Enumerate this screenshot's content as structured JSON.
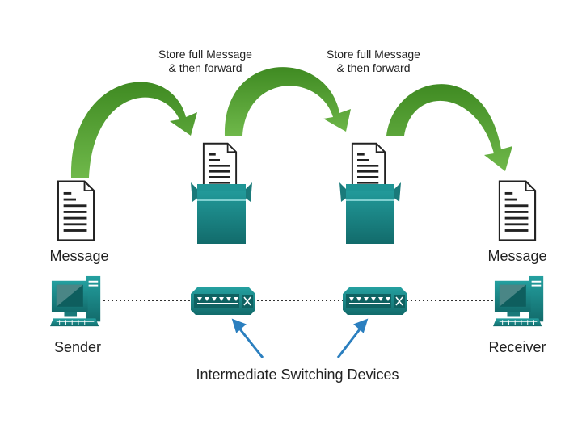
{
  "annotations": {
    "store_forward_1": [
      "Store full Message",
      "& then forward"
    ],
    "store_forward_2": [
      "Store full Message",
      "& then forward"
    ]
  },
  "endpoints": {
    "sender_message_label": "Message",
    "receiver_message_label": "Message",
    "sender_label": "Sender",
    "receiver_label": "Receiver"
  },
  "caption": "Intermediate Switching Devices",
  "colors": {
    "arrow_green": "#4e9b2e",
    "device_teal": "#1b8282",
    "pointer_blue": "#2b7fbf"
  },
  "icons": {
    "document": "document-icon",
    "printer": "printer-icon",
    "computer": "computer-icon",
    "switch": "network-switch-icon",
    "curved_arrow": "curved-arrow-icon"
  }
}
